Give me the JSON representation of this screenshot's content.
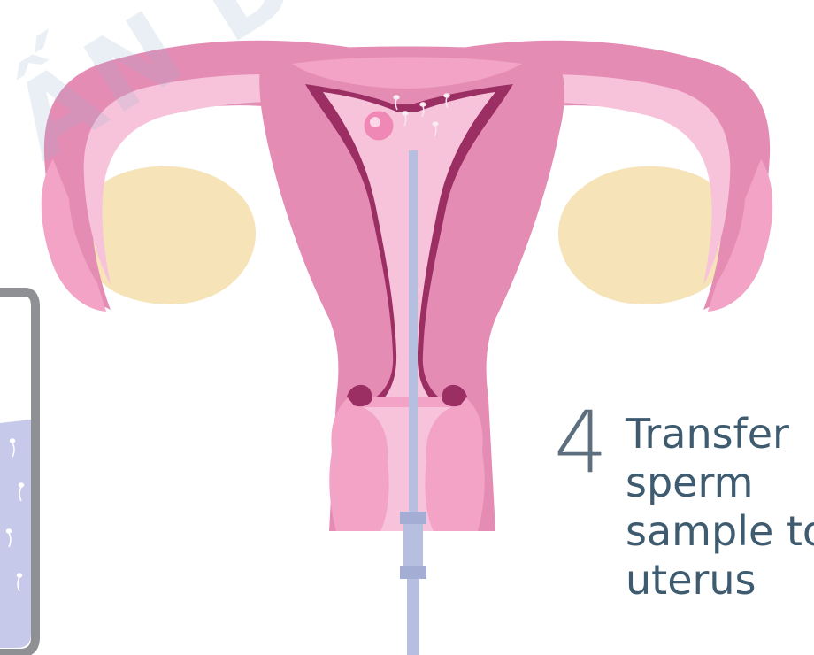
{
  "step": {
    "number": "4",
    "lines": [
      "Transfer",
      "sperm",
      "sample to",
      "uterus"
    ]
  },
  "watermark": "ẤN DI TRUYỀN C",
  "colors": {
    "uterus_pink": "#e58cb5",
    "lining_light": "#f5b6d2",
    "dark_lining": "#9b2f63",
    "ovary_yellow": "#f6e3b8",
    "catheter_blue": "#b6bfdf",
    "beaker_gray": "#8e9093",
    "sample_liquid": "#c7c9ea",
    "text_color": "#3f5b6f"
  },
  "icons": [
    "uterus-illustration",
    "egg-icon",
    "catheter-icon",
    "beaker-icon"
  ]
}
